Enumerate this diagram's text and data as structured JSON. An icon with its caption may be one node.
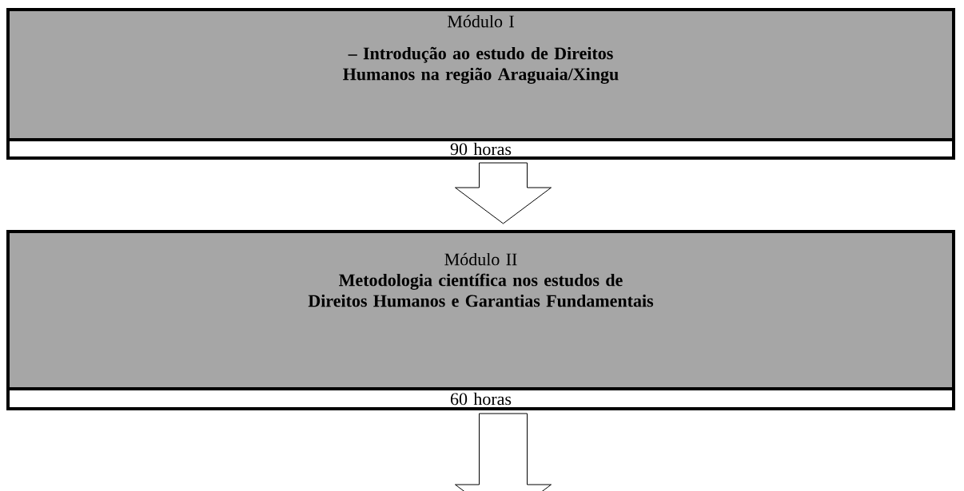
{
  "diagram": {
    "nodes": [
      {
        "text": [
          "Módulo I",
          "– Introdução ao estudo de Direitos Humanos na região Araguaia/Xingu"
        ]
      },
      {
        "text": [
          "90 horas"
        ]
      },
      {
        "text": [
          "Módulo II",
          "Metodologia científica nos estudos de Direitos Humanos e Garantias Fundamentais"
        ]
      },
      {
        "text": [
          "60 horas"
        ]
      }
    ],
    "edges": [
      {
        "from": 1,
        "to": 2,
        "arrow": "to"
      },
      {
        "from": 3,
        "to": null,
        "arrow": "to"
      }
    ]
  }
}
